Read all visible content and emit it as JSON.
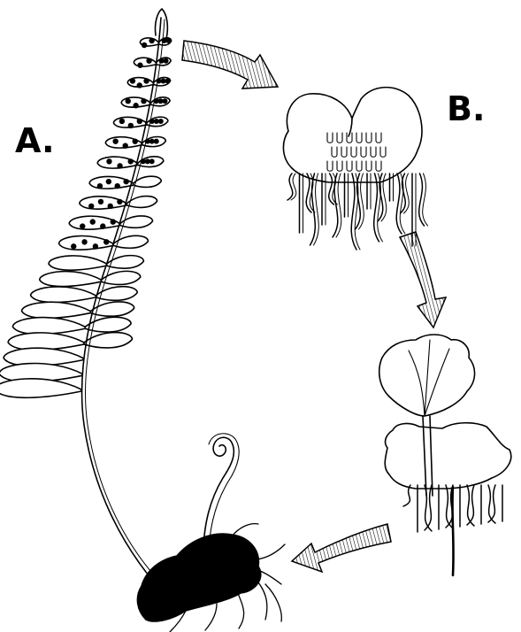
{
  "labels": {
    "a": "A.",
    "b": "B."
  },
  "colors": {
    "ink": "#000000",
    "paper": "#ffffff",
    "arrow_fill": "#d9d9d9"
  },
  "icons": {
    "frond": "mature-fern-frond-with-sori",
    "gametophyte": "heart-shaped-prothallus",
    "sporophyte": "young-sporophyte-on-prothallus",
    "rhizome": "rhizome-with-fiddlehead"
  }
}
